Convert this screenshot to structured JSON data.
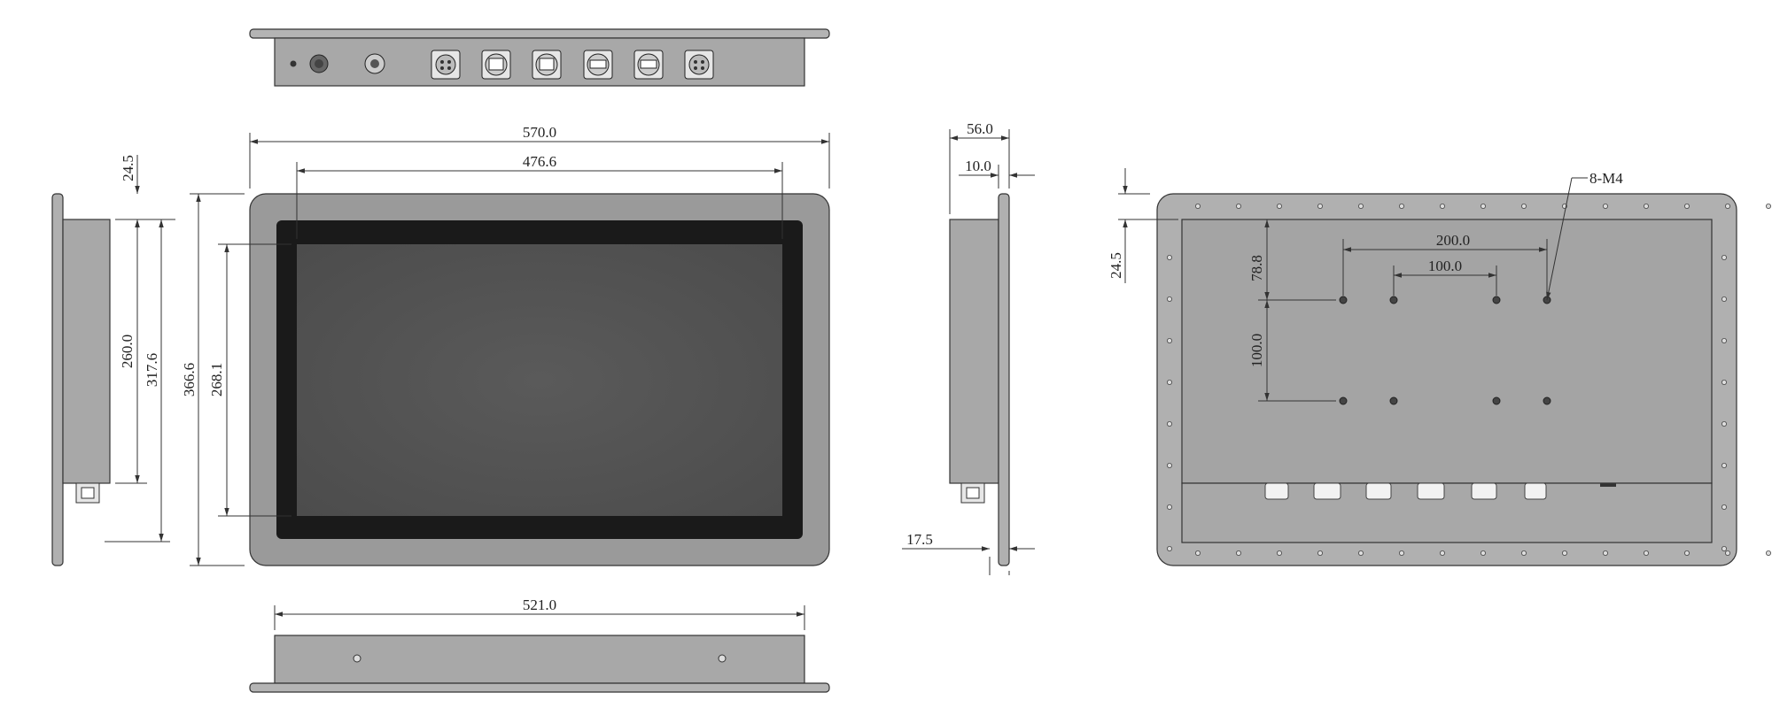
{
  "dimensions": {
    "overall_width": "570.0",
    "bezel_inner_width": "476.6",
    "overall_height": "366.6",
    "screen_height": "268.1",
    "side_body_height": "260.0",
    "side_total_height": "317.6",
    "side_top_offset": "24.5",
    "depth": "56.0",
    "flange_thickness": "10.0",
    "bottom_offset": "17.5",
    "bottom_width": "521.0",
    "rear_top_offset": "24.5",
    "mount_spacing_outer": "200.0",
    "mount_spacing_inner": "100.0",
    "mount_vertical_offset": "78.8",
    "mount_vertical_spacing": "100.0",
    "hole_callout": "8-M4"
  },
  "colors": {
    "frame": "#9a9a9a",
    "frame_light": "#b4b4b4",
    "bezel": "#1a1a1a",
    "screen": "#555555",
    "rear_panel": "#a4a4a4",
    "line": "#333333"
  }
}
